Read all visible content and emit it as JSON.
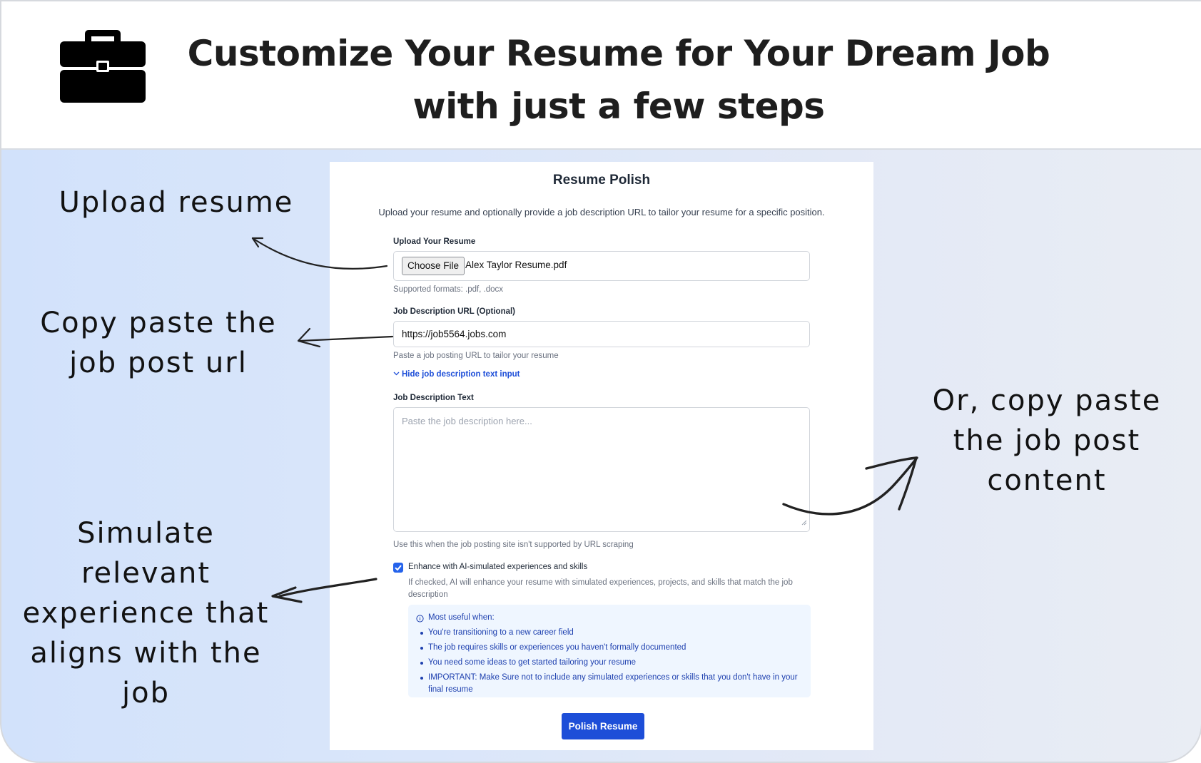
{
  "header": {
    "icon": "briefcase-icon",
    "title_line1": "Customize Your Resume for Your Dream Job",
    "title_line2": "with just a few steps"
  },
  "annotations": {
    "upload": [
      "Upload resume"
    ],
    "copy_url": [
      "Copy paste the",
      "job post url"
    ],
    "copy_content": [
      "Or, copy paste",
      "the job post",
      "content"
    ],
    "simulate": [
      "Simulate",
      "relevant",
      "experience that",
      "aligns with the",
      "job"
    ]
  },
  "form": {
    "title": "Resume Polish",
    "subtitle": "Upload your resume and optionally provide a job description URL to tailor your resume for a specific position.",
    "upload": {
      "label": "Upload Your Resume",
      "button": "Choose File",
      "file_name": "Alex Taylor Resume.pdf",
      "help": "Supported formats: .pdf, .docx"
    },
    "url": {
      "label": "Job Description URL (Optional)",
      "value": "https://job5564.jobs.com",
      "help": "Paste a job posting URL to tailor your resume"
    },
    "toggle_link": "Hide job description text input",
    "text": {
      "label": "Job Description Text",
      "placeholder": "Paste the job description here...",
      "help": "Use this when the job posting site isn't supported by URL scraping"
    },
    "enhance": {
      "checked": true,
      "label": "Enhance with AI-simulated experiences and skills",
      "description": "If checked, AI will enhance your resume with simulated experiences, projects, and skills that match the job description"
    },
    "info": {
      "title": "Most useful when:",
      "items": [
        "You're transitioning to a new career field",
        "The job requires skills or experiences you haven't formally documented",
        "You need some ideas to get started tailoring your resume",
        "IMPORTANT: Make Sure not to include any simulated experiences or skills that you don't have in your final resume"
      ]
    },
    "submit": "Polish Resume"
  },
  "colors": {
    "accent": "#1d4ed8",
    "info_bg": "#eff6ff",
    "panel_left": "#d2e2fb",
    "panel_right": "#e9edf4"
  }
}
